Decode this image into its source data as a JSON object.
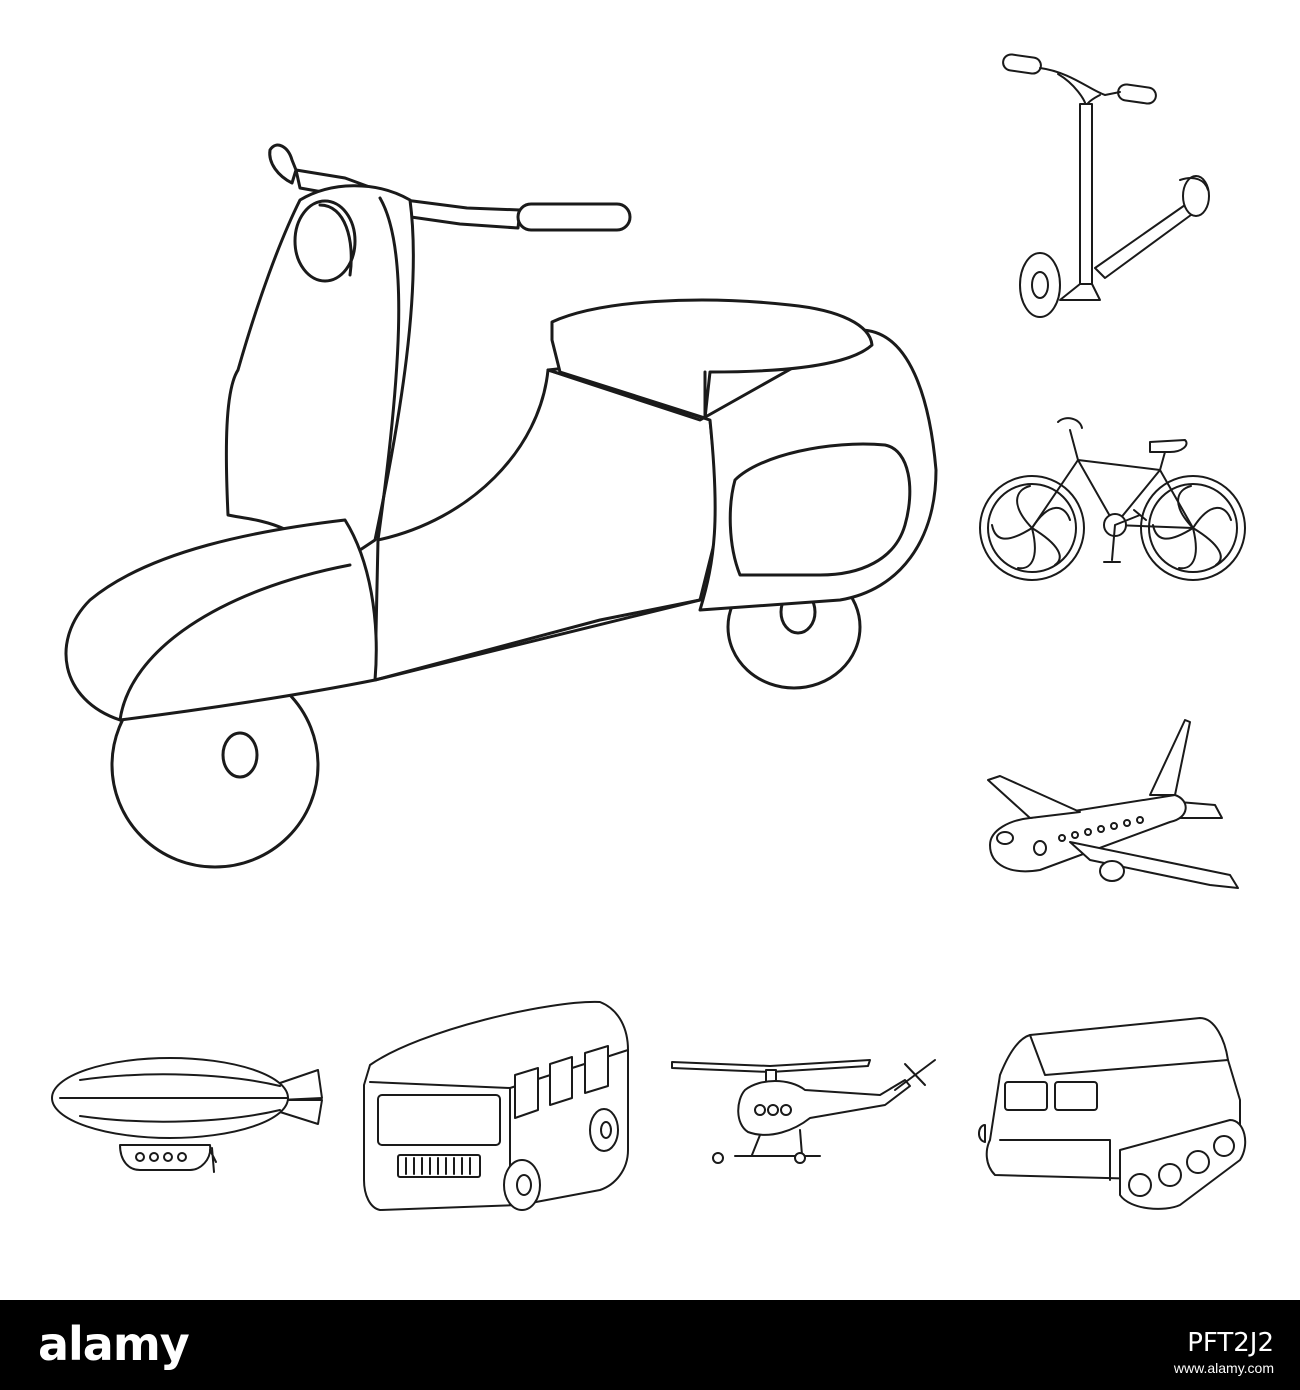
{
  "footer": {
    "brand": "alamy",
    "stock_id": "PFT2J2",
    "link": "www.alamy.com"
  },
  "colors": {
    "background": "#ffffff",
    "line": "#1a1a1a",
    "footer_background": "#000000",
    "footer_text": "#ffffff"
  },
  "illustrations": [
    "scooter-icon",
    "kick-scooter-icon",
    "bicycle-icon",
    "airplane-icon",
    "airship-icon",
    "bus-icon",
    "helicopter-icon",
    "tracked-vehicle-icon"
  ]
}
